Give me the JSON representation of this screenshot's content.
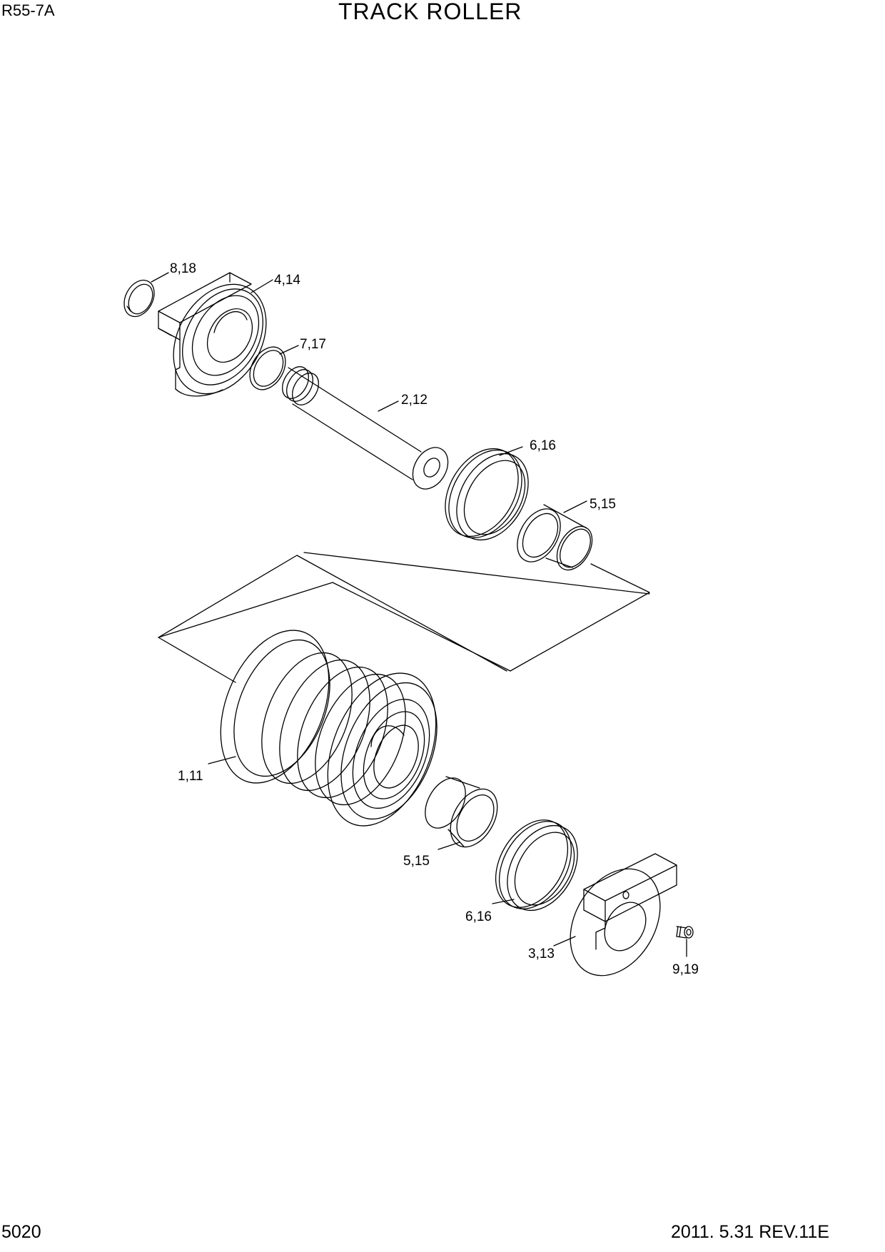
{
  "header": {
    "model": "R55-7A",
    "title": "TRACK ROLLER"
  },
  "footer": {
    "page_number": "5020",
    "revision": "2011. 5.31  REV.11E"
  },
  "diagram": {
    "callouts": [
      {
        "id": "c-8-18",
        "label": "8,18"
      },
      {
        "id": "c-4-14",
        "label": "4,14"
      },
      {
        "id": "c-7-17",
        "label": "7,17"
      },
      {
        "id": "c-2-12",
        "label": "2,12"
      },
      {
        "id": "c-6-16-top",
        "label": "6,16"
      },
      {
        "id": "c-5-15-top",
        "label": "5,15"
      },
      {
        "id": "c-1-11",
        "label": "1,11"
      },
      {
        "id": "c-5-15-bottom",
        "label": "5,15"
      },
      {
        "id": "c-6-16-bottom",
        "label": "6,16"
      },
      {
        "id": "c-3-13",
        "label": "3,13"
      },
      {
        "id": "c-9-19",
        "label": "9,19"
      }
    ]
  }
}
